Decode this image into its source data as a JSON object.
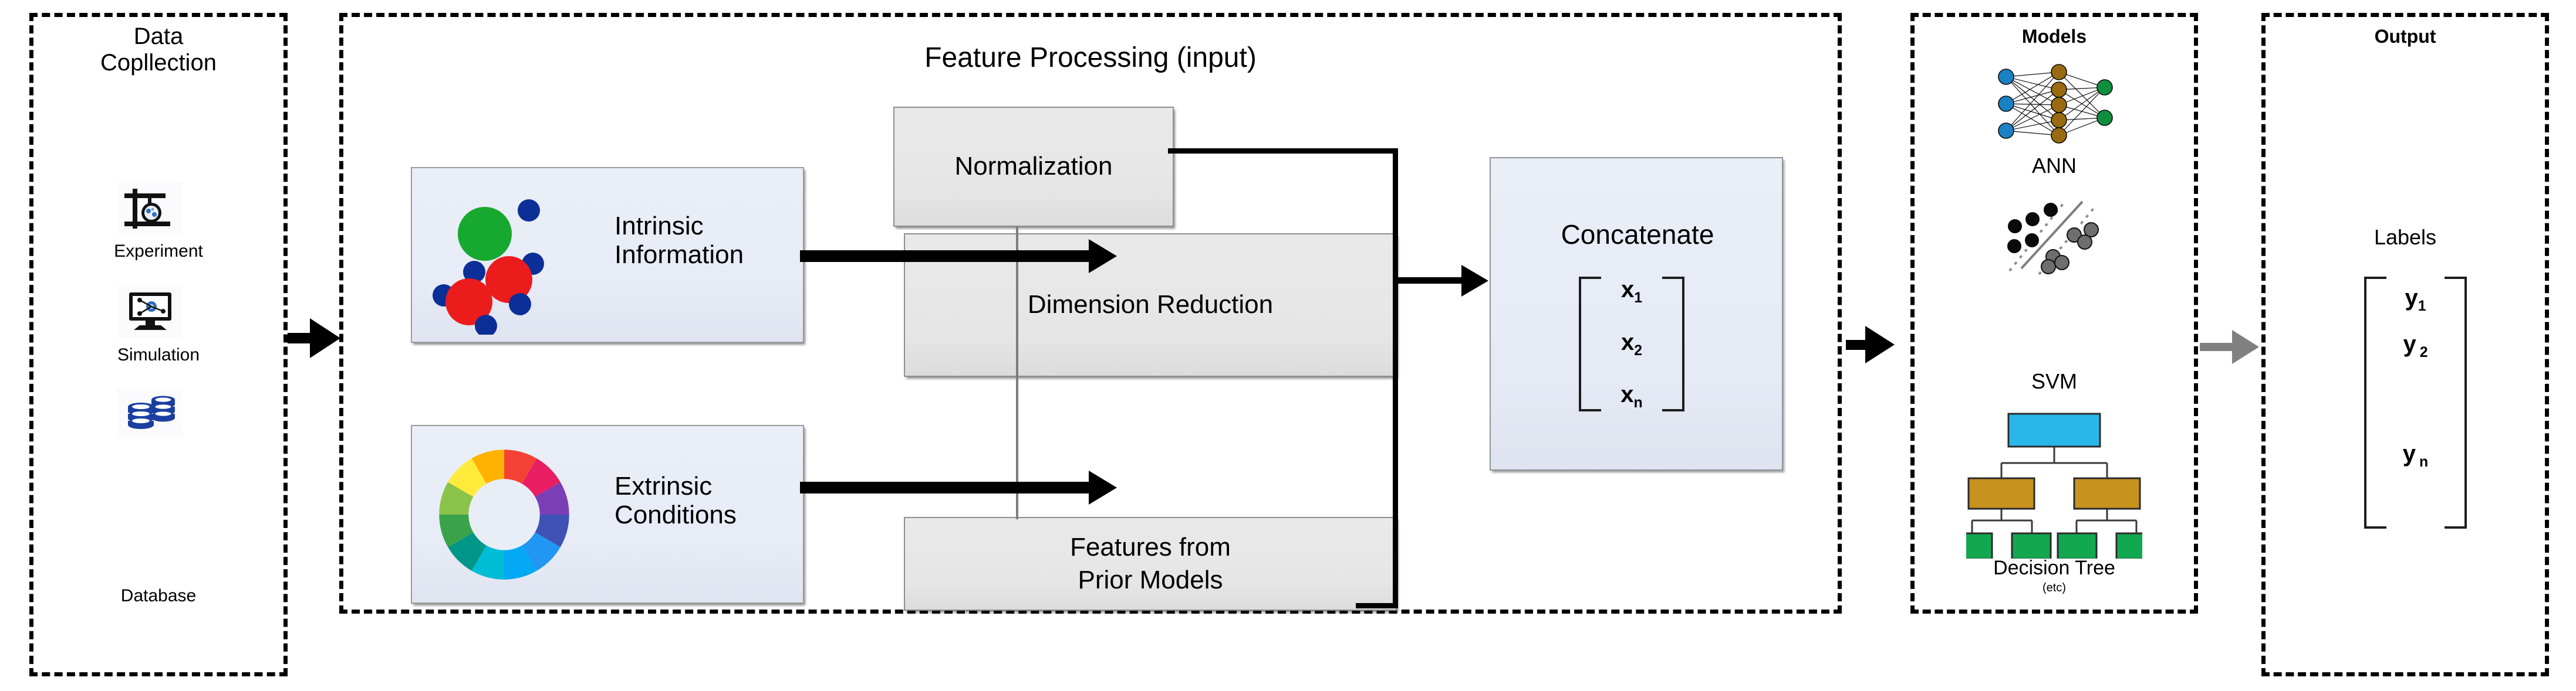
{
  "panels": {
    "data_collection": {
      "title": "Data\nCopllection",
      "items": [
        {
          "icon": "flask-experiment-icon",
          "label": "Experiment"
        },
        {
          "icon": "computer-simulation-icon",
          "label": "Simulation"
        },
        {
          "icon": "database-cylinder-icon",
          "label": "Database"
        }
      ]
    },
    "feature_processing": {
      "title": "Feature Processing (input)",
      "sources": [
        {
          "icon": "scatter-dots-icon",
          "label": "Intrinsic\nInformation"
        },
        {
          "icon": "color-wheel-icon",
          "label": "Extrinsic\nConditions"
        }
      ],
      "steps": [
        {
          "label": "Normalization"
        },
        {
          "label": "Dimension Reduction"
        },
        {
          "label": "Features from\nPrior Models"
        }
      ],
      "concatenate": {
        "title": "Concatenate",
        "vector": [
          "x",
          "x",
          "x"
        ],
        "subscripts": [
          "1",
          "2",
          "n"
        ]
      }
    },
    "models": {
      "title": "Models",
      "items": [
        {
          "icon": "neural-network-icon",
          "label": "ANN"
        },
        {
          "icon": "svm-hyperplane-icon",
          "label": "SVM"
        },
        {
          "icon": "decision-tree-icon",
          "label": "Decision Tree",
          "sublabel": "(etc)"
        }
      ]
    },
    "output": {
      "title": "Output",
      "subtitle": "Labels",
      "vector": [
        "y",
        "y",
        "y"
      ],
      "subscripts": [
        "1",
        "2",
        "n"
      ]
    }
  },
  "connectors": {
    "collection_to_features": "arrow-right-black",
    "features_to_models": "arrow-right-black",
    "models_to_output": "arrow-right-gray"
  },
  "colors": {
    "arrow_black": "#000000",
    "arrow_gray": "#808080",
    "card_blue": "#e8ecf6",
    "box_gray": "#e6e6e6",
    "tree_root": "#29b6e8",
    "tree_mid": "#c8921f",
    "tree_leaf": "#12a84f",
    "ann_input": "#1a81c4",
    "ann_hidden": "#9a6a12",
    "ann_output": "#0f8f3e"
  }
}
